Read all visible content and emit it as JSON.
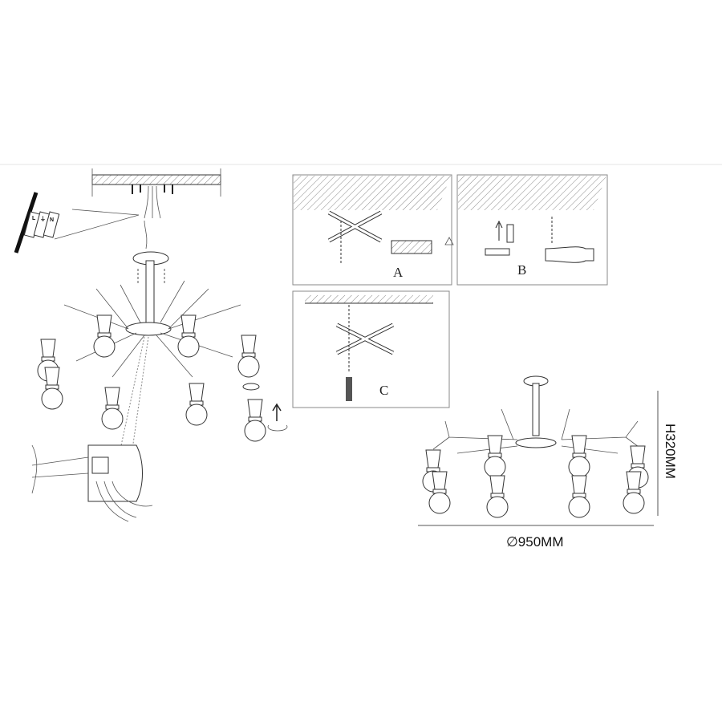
{
  "panels": {
    "a_label": "A",
    "b_label": "B",
    "c_label": "C"
  },
  "wiring": {
    "live": "L",
    "earth": "⏚",
    "neutral": "N"
  },
  "dimensions": {
    "height": "H320MM",
    "diameter": "∅950MM"
  },
  "colors": {
    "line": "#333333",
    "hatch": "#888888"
  }
}
